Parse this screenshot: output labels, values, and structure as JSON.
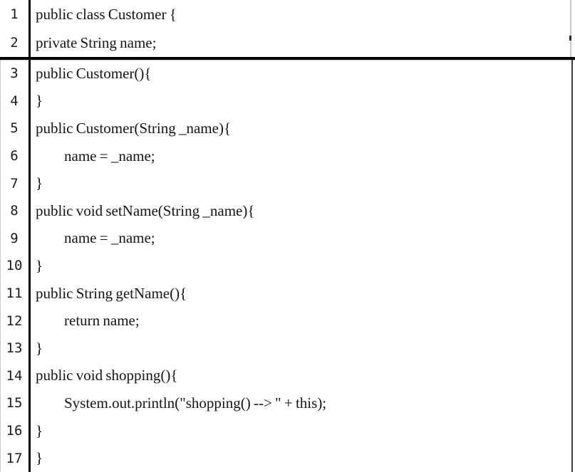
{
  "document": {
    "lines": [
      {
        "num": "1",
        "code": "public class Customer {",
        "indent": false
      },
      {
        "num": "2",
        "code": "private String name;",
        "indent": false
      },
      {
        "num": "3",
        "code": "public Customer(){",
        "indent": false
      },
      {
        "num": "4",
        "code": "}",
        "indent": false
      },
      {
        "num": "5",
        "code": "public Customer(String _name){",
        "indent": false
      },
      {
        "num": "6",
        "code": "name = _name;",
        "indent": true
      },
      {
        "num": "7",
        "code": "}",
        "indent": false
      },
      {
        "num": "8",
        "code": "public void setName(String _name){",
        "indent": false
      },
      {
        "num": "9",
        "code": "name = _name;",
        "indent": true
      },
      {
        "num": "10",
        "code": "}",
        "indent": false
      },
      {
        "num": "11",
        "code": "public String getName(){",
        "indent": false
      },
      {
        "num": "12",
        "code": "return name;",
        "indent": true
      },
      {
        "num": "13",
        "code": "}",
        "indent": false
      },
      {
        "num": "14",
        "code": "public void shopping(){",
        "indent": false
      },
      {
        "num": "15",
        "code": "System.out.println(\"shopping() --> \" + this);",
        "indent": true
      },
      {
        "num": "16",
        "code": "}",
        "indent": false
      },
      {
        "num": "17",
        "code": "}",
        "indent": false
      }
    ],
    "layout": {
      "top_section_line_count": 2
    },
    "colors": {
      "divider": "#000000",
      "separator": "#000000",
      "right_border": "#3a3a3a",
      "faint_border": "#c9c9c9",
      "code_text": "#141414",
      "line_number_text": "#1c1c1c"
    }
  }
}
